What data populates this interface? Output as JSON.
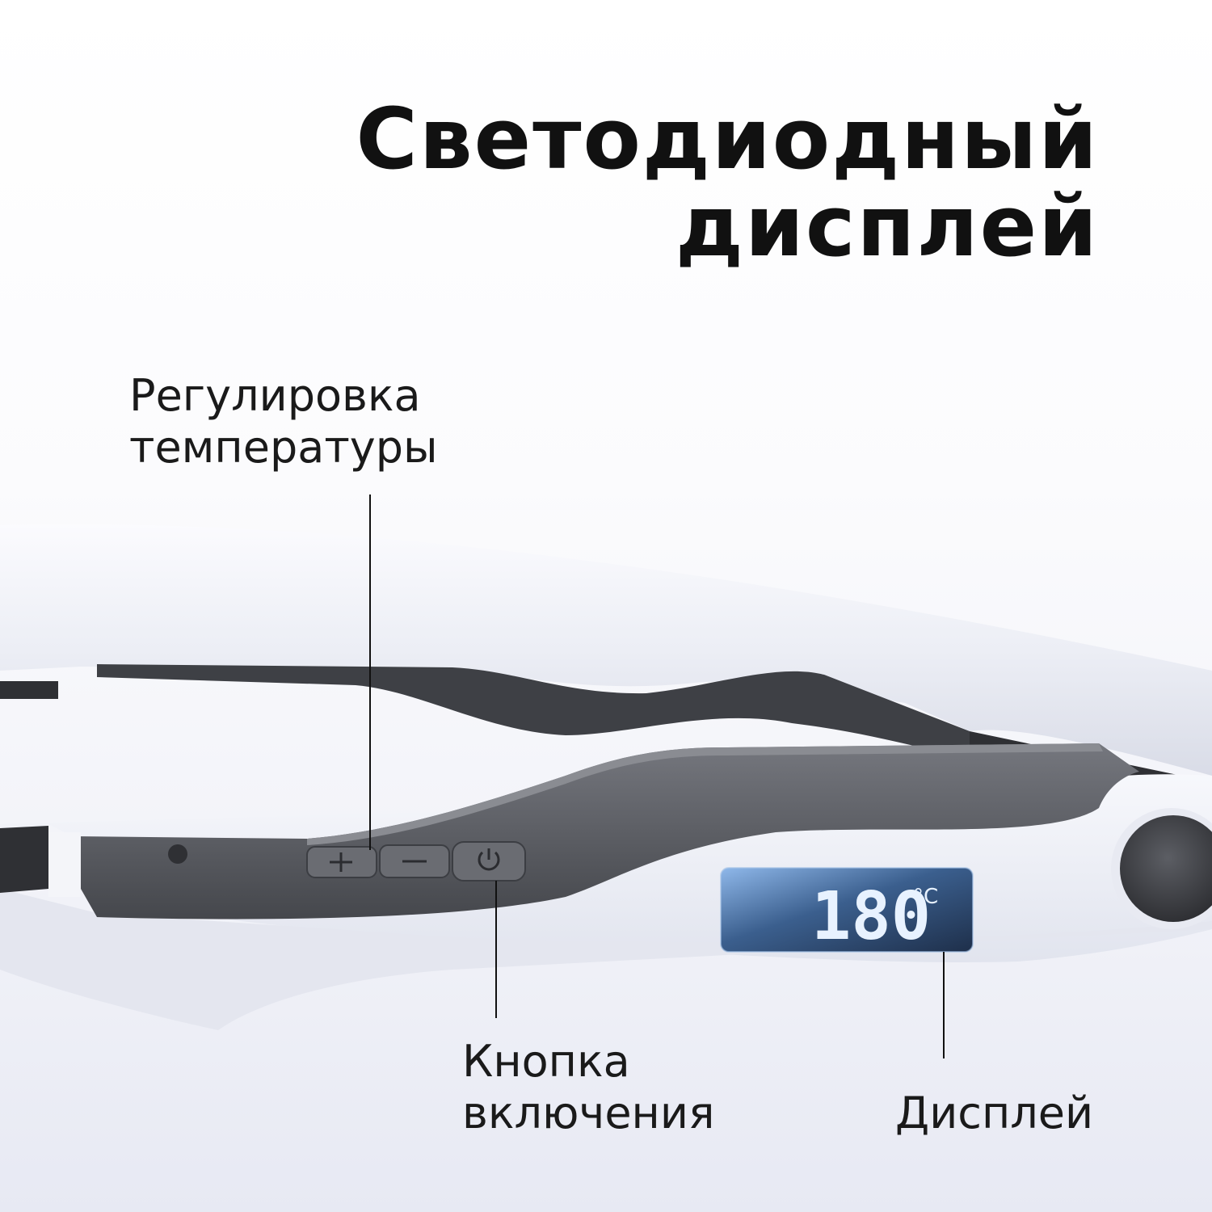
{
  "title": {
    "line1": "Светодиодный",
    "line2": "дисплей"
  },
  "callouts": {
    "temperature": {
      "line1": "Регулировка",
      "line2": "температуры"
    },
    "power": {
      "line1": "Кнопка",
      "line2": "включения"
    },
    "display": {
      "line1": "Дисплей"
    }
  },
  "display": {
    "value": "180",
    "unit": "°C"
  },
  "icons": {
    "plus_button": "plus-icon",
    "minus_button": "minus-icon",
    "power_button": "power-icon"
  },
  "colors": {
    "background": "#f4f5fa",
    "body_white": "#eef0f6",
    "panel_grey": "#55575d",
    "display_blue": "#7fa9e0",
    "text": "#111111"
  }
}
